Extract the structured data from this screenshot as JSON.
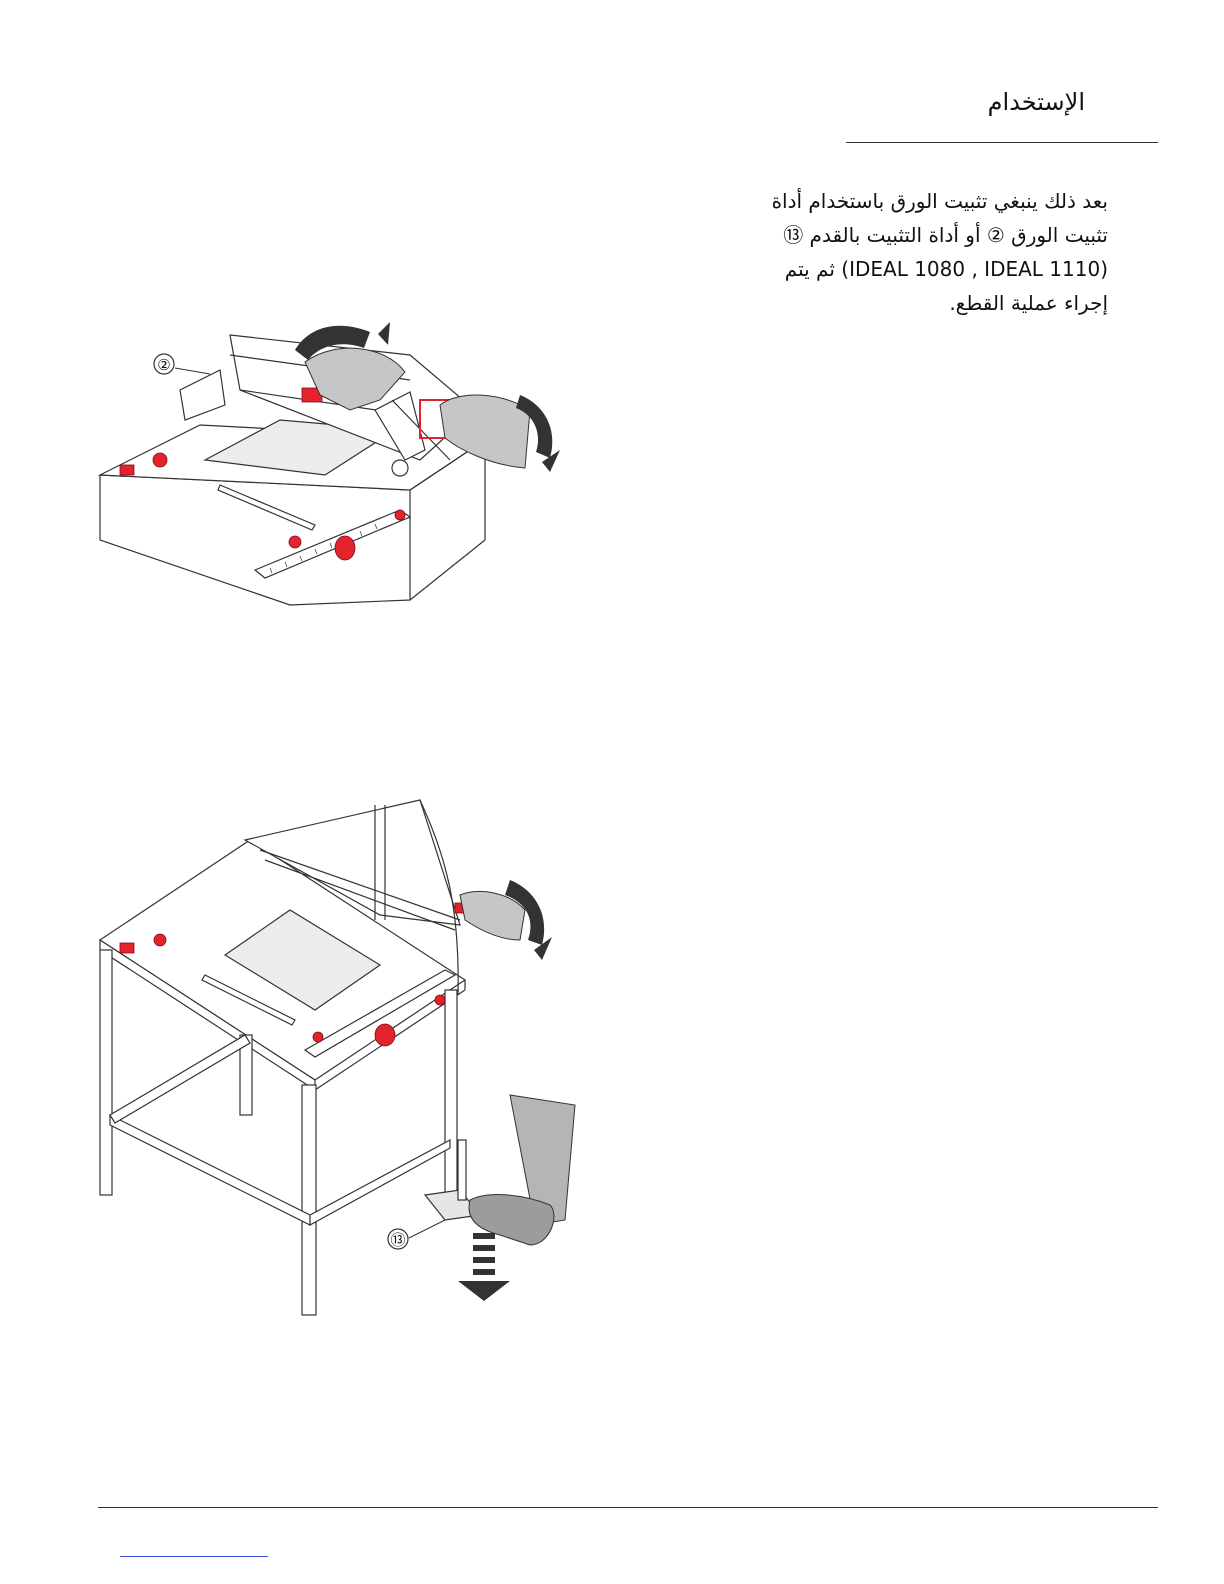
{
  "header": {
    "title": "الإستخدام"
  },
  "body": {
    "lines": [
      "بعد ذلك ينبغي تثبيت الورق باستخدام أداة",
      "تثبيت الورق ② أو أداة التثبيت بالقدم ⑬",
      "(IDEAL 1080 , IDEAL 1110) ثم يتم",
      "إجراء عملية القطع."
    ]
  },
  "figures": {
    "top": {
      "callout": "②"
    },
    "bottom": {
      "callout": "⑬"
    }
  },
  "colors": {
    "accent": "#e4232e",
    "line": "#333333",
    "shade": "#b8b8b8"
  }
}
